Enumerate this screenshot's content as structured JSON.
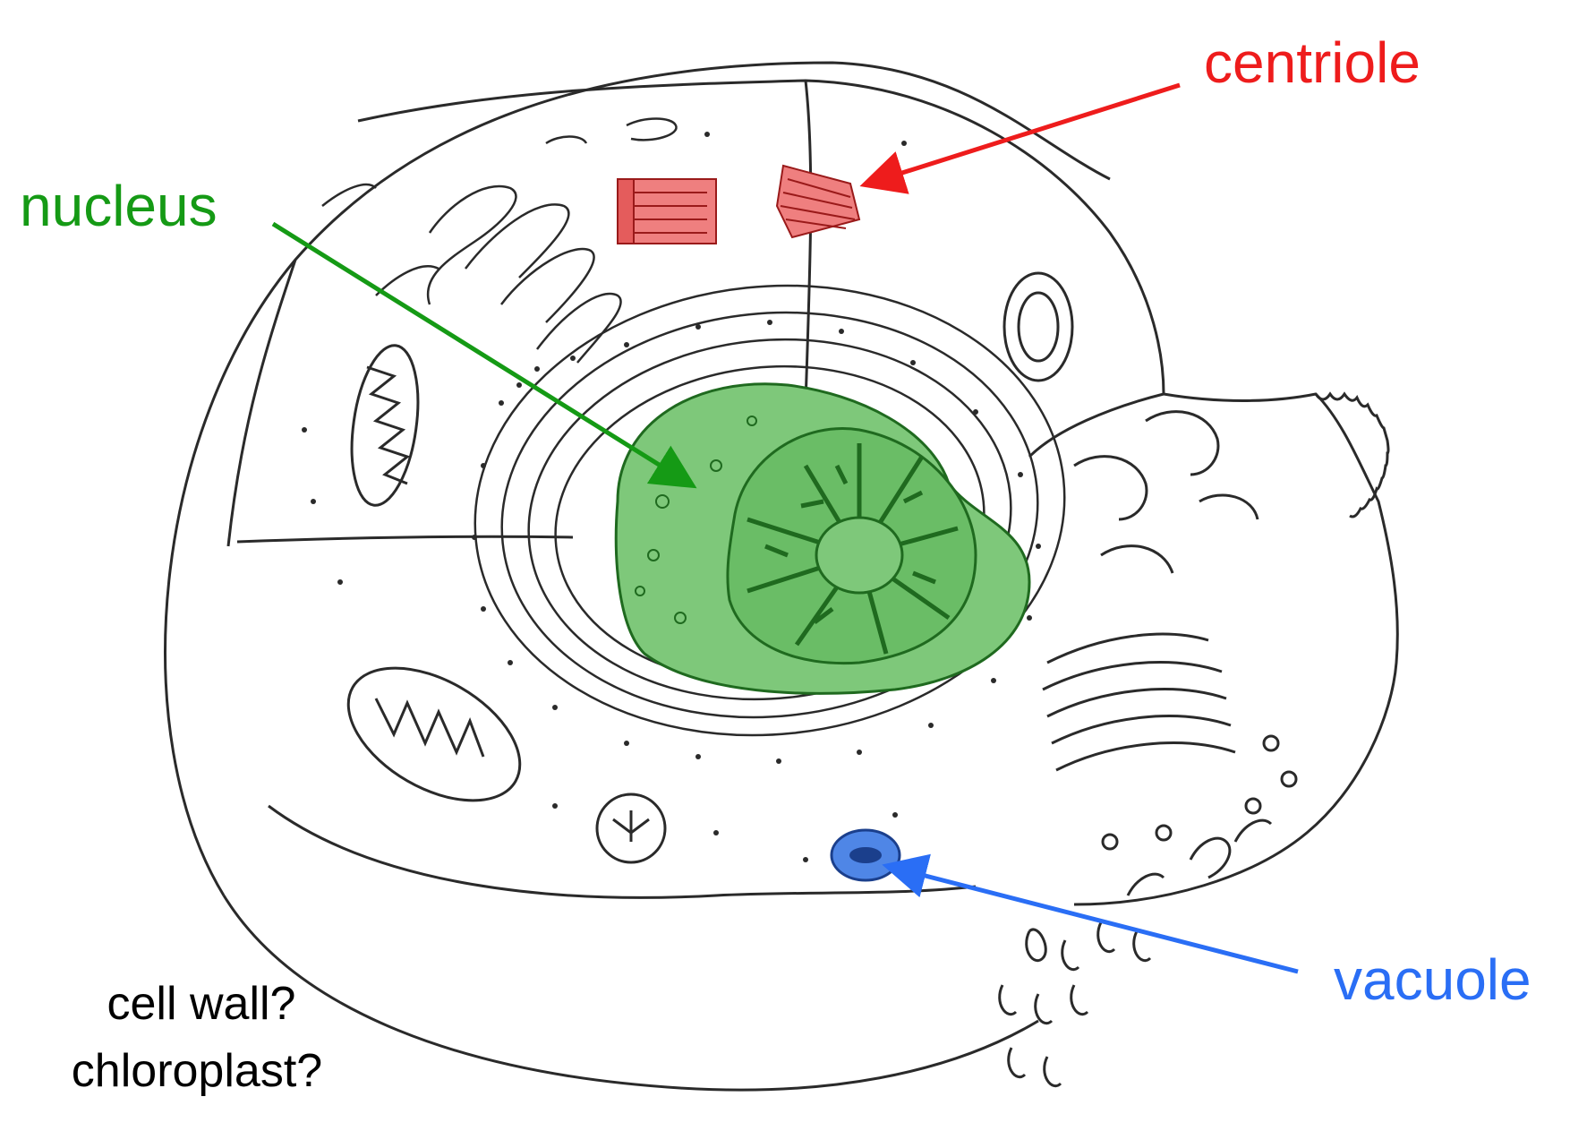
{
  "labels": {
    "centriole": "centriole",
    "nucleus": "nucleus",
    "vacuole": "vacuole",
    "question_1": "cell wall?",
    "question_2": "chloroplast?"
  },
  "colors": {
    "centriole": "#ee1c1c",
    "centriole_fill": "#ef7f7f",
    "nucleus": "#159a15",
    "nucleus_fill": "#7ec87a",
    "nucleus_dark": "#1f6a1f",
    "vacuole": "#2a6ef5",
    "vacuole_fill": "#4f86e6",
    "outline": "#2a2a2a"
  }
}
